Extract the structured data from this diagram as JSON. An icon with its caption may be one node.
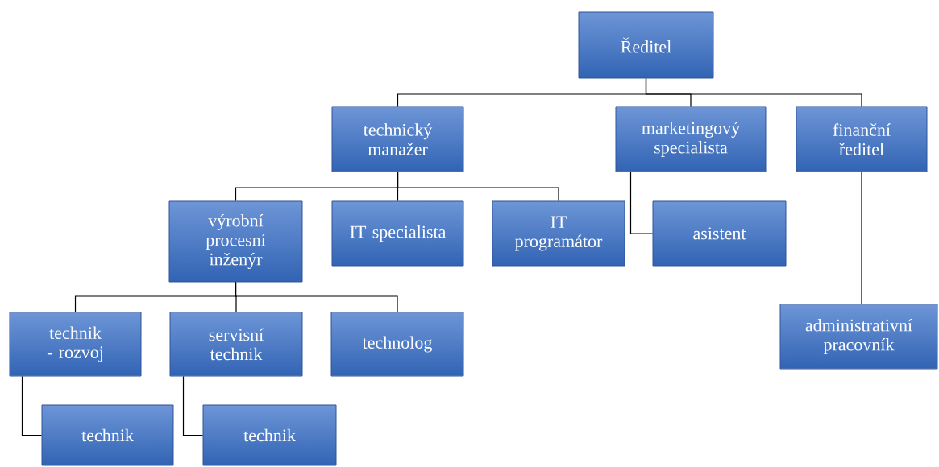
{
  "diagram": {
    "nodes": [
      {
        "text": [
          "Ředitel"
        ]
      },
      {
        "text": [
          "technický manažer"
        ]
      },
      {
        "text": [
          "marketingový specialista"
        ]
      },
      {
        "text": [
          "finanční ředitel"
        ]
      },
      {
        "text": [
          "výrobní procesní inženýr"
        ]
      },
      {
        "text": [
          "IT specialista"
        ]
      },
      {
        "text": [
          "IT programátor"
        ]
      },
      {
        "text": [
          "asistent"
        ]
      },
      {
        "text": [
          "technik - rozvoj"
        ]
      },
      {
        "text": [
          "servisní technik"
        ]
      },
      {
        "text": [
          "technolog"
        ]
      },
      {
        "text": [
          "administrativní pracovník"
        ]
      },
      {
        "text": [
          "technik"
        ]
      },
      {
        "text": [
          "technik"
        ]
      }
    ],
    "edges": [
      {
        "from": 0,
        "to": 1,
        "arrow": "none"
      },
      {
        "from": 0,
        "to": 2,
        "arrow": "none"
      },
      {
        "from": 0,
        "to": 3,
        "arrow": "none"
      },
      {
        "from": 1,
        "to": 4,
        "arrow": "none"
      },
      {
        "from": 1,
        "to": 5,
        "arrow": "none"
      },
      {
        "from": 1,
        "to": 6,
        "arrow": "none"
      },
      {
        "from": 2,
        "to": 7,
        "arrow": "none"
      },
      {
        "from": 3,
        "to": 11,
        "arrow": "none"
      },
      {
        "from": 4,
        "to": 8,
        "arrow": "none"
      },
      {
        "from": 4,
        "to": 9,
        "arrow": "none"
      },
      {
        "from": 4,
        "to": 10,
        "arrow": "none"
      },
      {
        "from": 8,
        "to": 12,
        "arrow": "none"
      },
      {
        "from": 9,
        "to": 13,
        "arrow": "none"
      }
    ]
  }
}
